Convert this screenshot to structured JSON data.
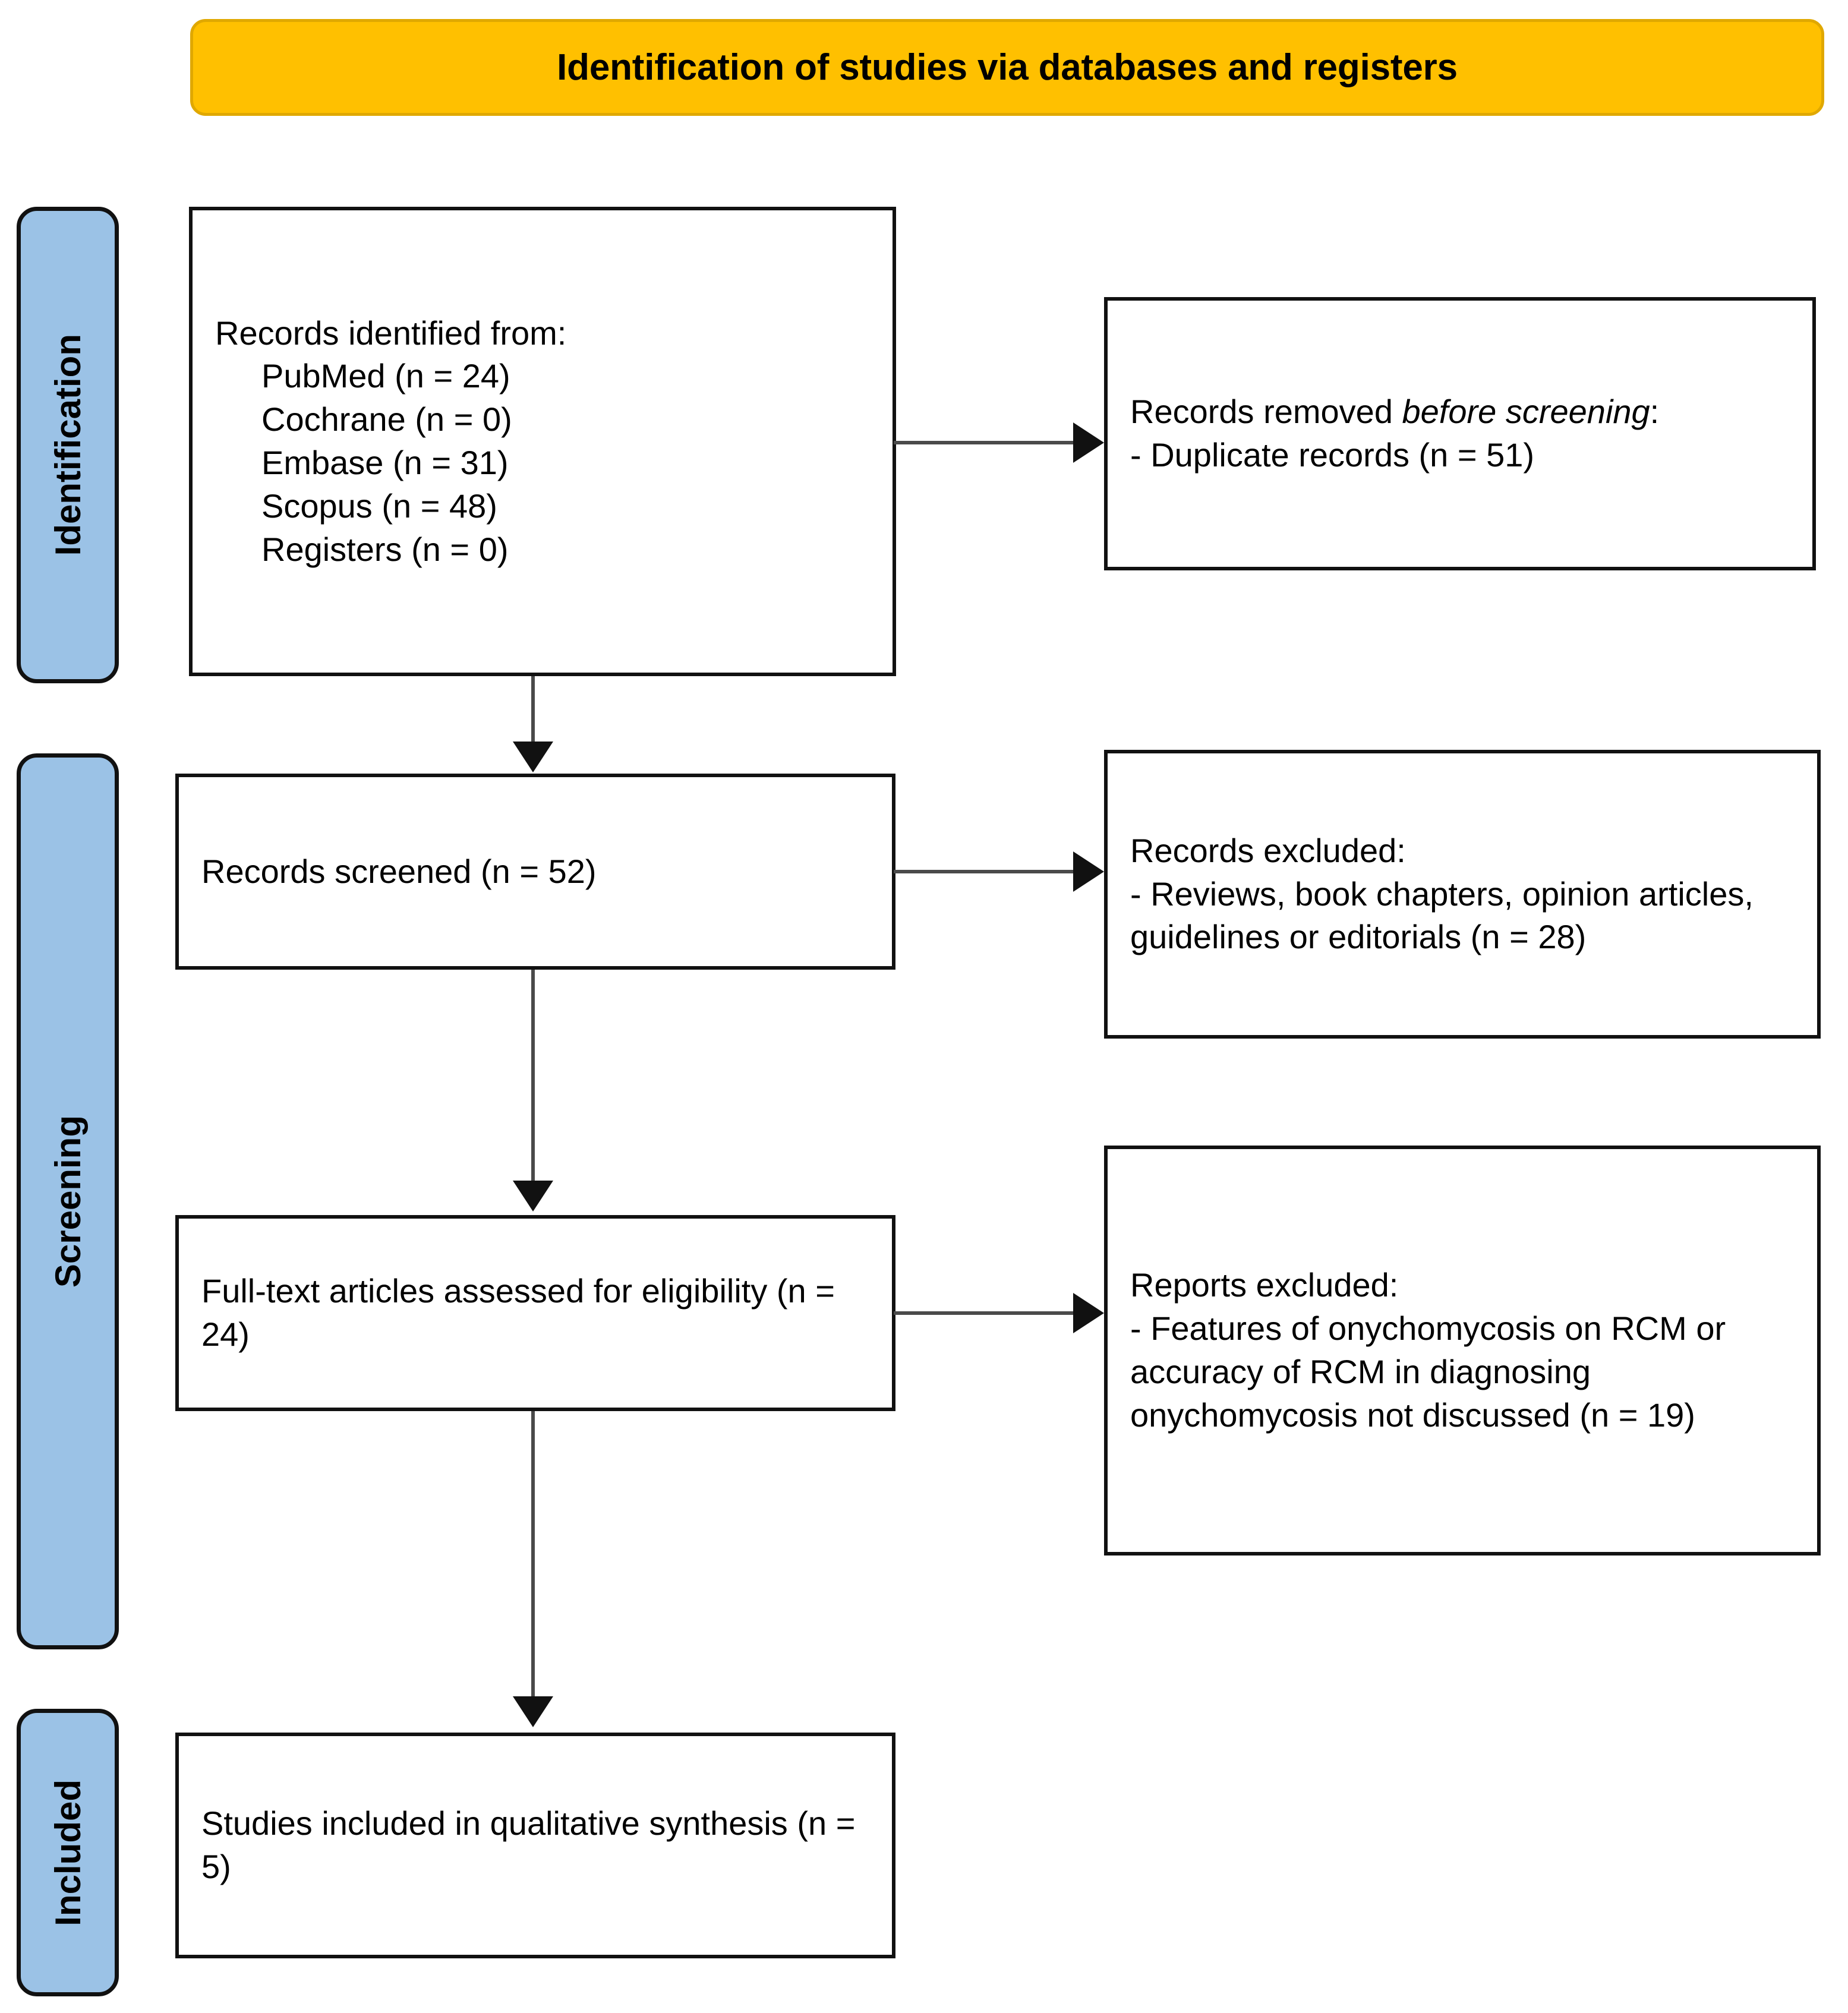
{
  "banner": {
    "title": "Identification of studies via databases and registers"
  },
  "stages": [
    {
      "id": "identification",
      "label": "Identification"
    },
    {
      "id": "screening",
      "label": "Screening"
    },
    {
      "id": "included",
      "label": "Included"
    }
  ],
  "boxes": {
    "identified": {
      "heading": "Records identified from:",
      "sources": [
        {
          "name": "PubMed",
          "text": "PubMed (n = 24)",
          "n": 24
        },
        {
          "name": "Cochrane",
          "text": "Cochrane (n = 0)",
          "n": 0
        },
        {
          "name": "Embase",
          "text": "Embase (n = 31)",
          "n": 31
        },
        {
          "name": "Scopus",
          "text": "Scopus (n = 48)",
          "n": 48
        },
        {
          "name": "Registers",
          "text": "Registers (n = 0)",
          "n": 0
        }
      ]
    },
    "removed_before_screening": {
      "heading_pre": "Records removed ",
      "heading_italic": "before screening",
      "heading_post": ":",
      "line1": "- Duplicate records (n = 51)",
      "n": 51
    },
    "screened": {
      "line1": "Records screened (n = 52)",
      "n": 52
    },
    "records_excluded": {
      "heading": "Records excluded:",
      "line1": "- Reviews, book chapters, opinion articles, guidelines or editorials (n = 28)",
      "n": 28
    },
    "fulltext": {
      "line1": "Full-text articles assessed for eligibility (n = 24)",
      "n": 24
    },
    "reports_excluded": {
      "heading": "Reports excluded:",
      "line1": "- Features of onychomycosis on RCM or accuracy of RCM in diagnosing onychomycosis not discussed (n = 19)",
      "n": 19
    },
    "included": {
      "line1": "Studies included in qualitative synthesis (n = 5)",
      "n": 5
    }
  },
  "colors": {
    "banner_fill": "#FFC000",
    "banner_border": "#E0A800",
    "stage_fill": "#9BC2E6",
    "stage_border": "#111111",
    "box_border": "#111111",
    "connector": "#4a4a4a",
    "text": "#000000"
  }
}
